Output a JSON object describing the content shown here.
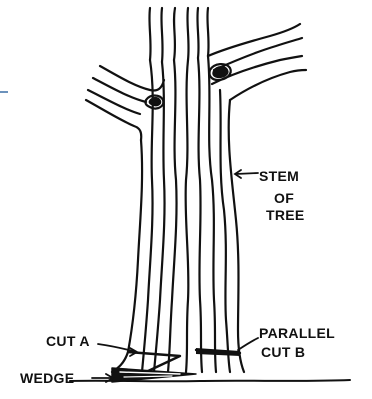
{
  "diagram": {
    "labels": {
      "stem_line1": "STEM",
      "stem_line2": "OF",
      "stem_line3": "TREE",
      "cut_a": "CUT A",
      "parallel_line1": "PARALLEL",
      "parallel_line2": "CUT B",
      "wedge": "WEDGE"
    },
    "colors": {
      "ink": "#111111",
      "accent_mark": "#3a6ea5",
      "background": "#ffffff"
    }
  }
}
